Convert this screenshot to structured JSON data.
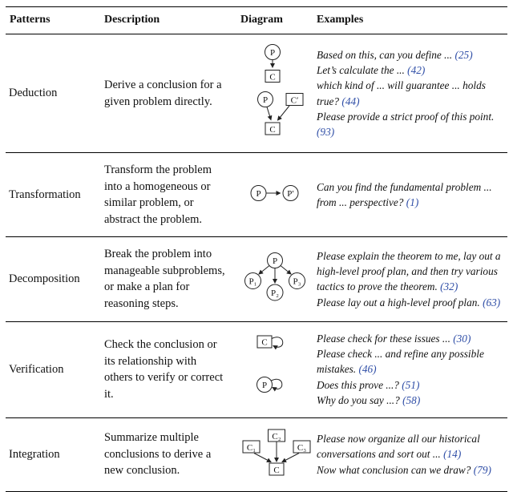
{
  "header": {
    "patterns": "Patterns",
    "description": "Description",
    "diagram": "Diagram",
    "examples": "Examples"
  },
  "rows": [
    {
      "pattern": "Deduction",
      "description": "Derive a conclusion for a given problem directly.",
      "diagram": "deduction",
      "examples": [
        {
          "text": "Based on this, can you define ...",
          "cite": "25"
        },
        {
          "text": "Let’s calculate the ...",
          "cite": "42"
        },
        {
          "text": "which kind of ... will guarantee ... holds true?",
          "cite": "44"
        },
        {
          "text": "Please provide a strict proof of this point.",
          "cite": "93"
        }
      ]
    },
    {
      "pattern": "Transformation",
      "description": "Transform the problem into a homogeneous or similar problem, or abstract the problem.",
      "diagram": "transformation",
      "examples": [
        {
          "text": "Can you find the fundamental problem ... from ... perspective?",
          "cite": "1"
        }
      ]
    },
    {
      "pattern": "Decomposition",
      "description": "Break the problem into manageable subproblems, or make a plan for reasoning steps.",
      "diagram": "decomposition",
      "examples": [
        {
          "text": "Please explain the theorem to me, lay out a high-level proof plan, and then try various tactics to prove the theorem.",
          "cite": "32"
        },
        {
          "text": "Please lay out a high-level proof plan.",
          "cite": "63"
        }
      ]
    },
    {
      "pattern": "Verification",
      "description": "Check the conclusion or its relationship with others to verify or correct it.",
      "diagram": "verification",
      "examples": [
        {
          "text": "Please check for these issues ...",
          "cite": "30"
        },
        {
          "text": "Please check ... and refine any possible mistakes.",
          "cite": "46"
        },
        {
          "text": "Does this prove ...?",
          "cite": "51"
        },
        {
          "text": "Why do you say ...?",
          "cite": "58"
        }
      ]
    },
    {
      "pattern": "Integration",
      "description": "Summarize multiple conclusions to derive a new conclusion.",
      "diagram": "integration",
      "examples": [
        {
          "text": "Please now organize all our historical conversations and sort out ...",
          "cite": "14"
        },
        {
          "text": "Now what conclusion can we draw?",
          "cite": "79"
        }
      ]
    }
  ],
  "diagrams": {
    "deduction": {
      "labels": {
        "p_top": "P",
        "c_top": "C",
        "p": "P",
        "c_prime": "C′",
        "c": "C"
      }
    },
    "transformation": {
      "labels": {
        "p": "P",
        "p_prime": "P′"
      }
    },
    "decomposition": {
      "labels": {
        "p": "P",
        "p1": "P₁",
        "p2": "P₂",
        "p3": "P₃"
      }
    },
    "verification": {
      "labels": {
        "c": "C",
        "p": "P"
      }
    },
    "integration": {
      "labels": {
        "c1": "C₁",
        "c2": "C₂",
        "c3": "C₃",
        "c": "C"
      }
    }
  },
  "colors": {
    "citation": "#2e4da6",
    "text": "#111111",
    "rule": "#000000"
  }
}
